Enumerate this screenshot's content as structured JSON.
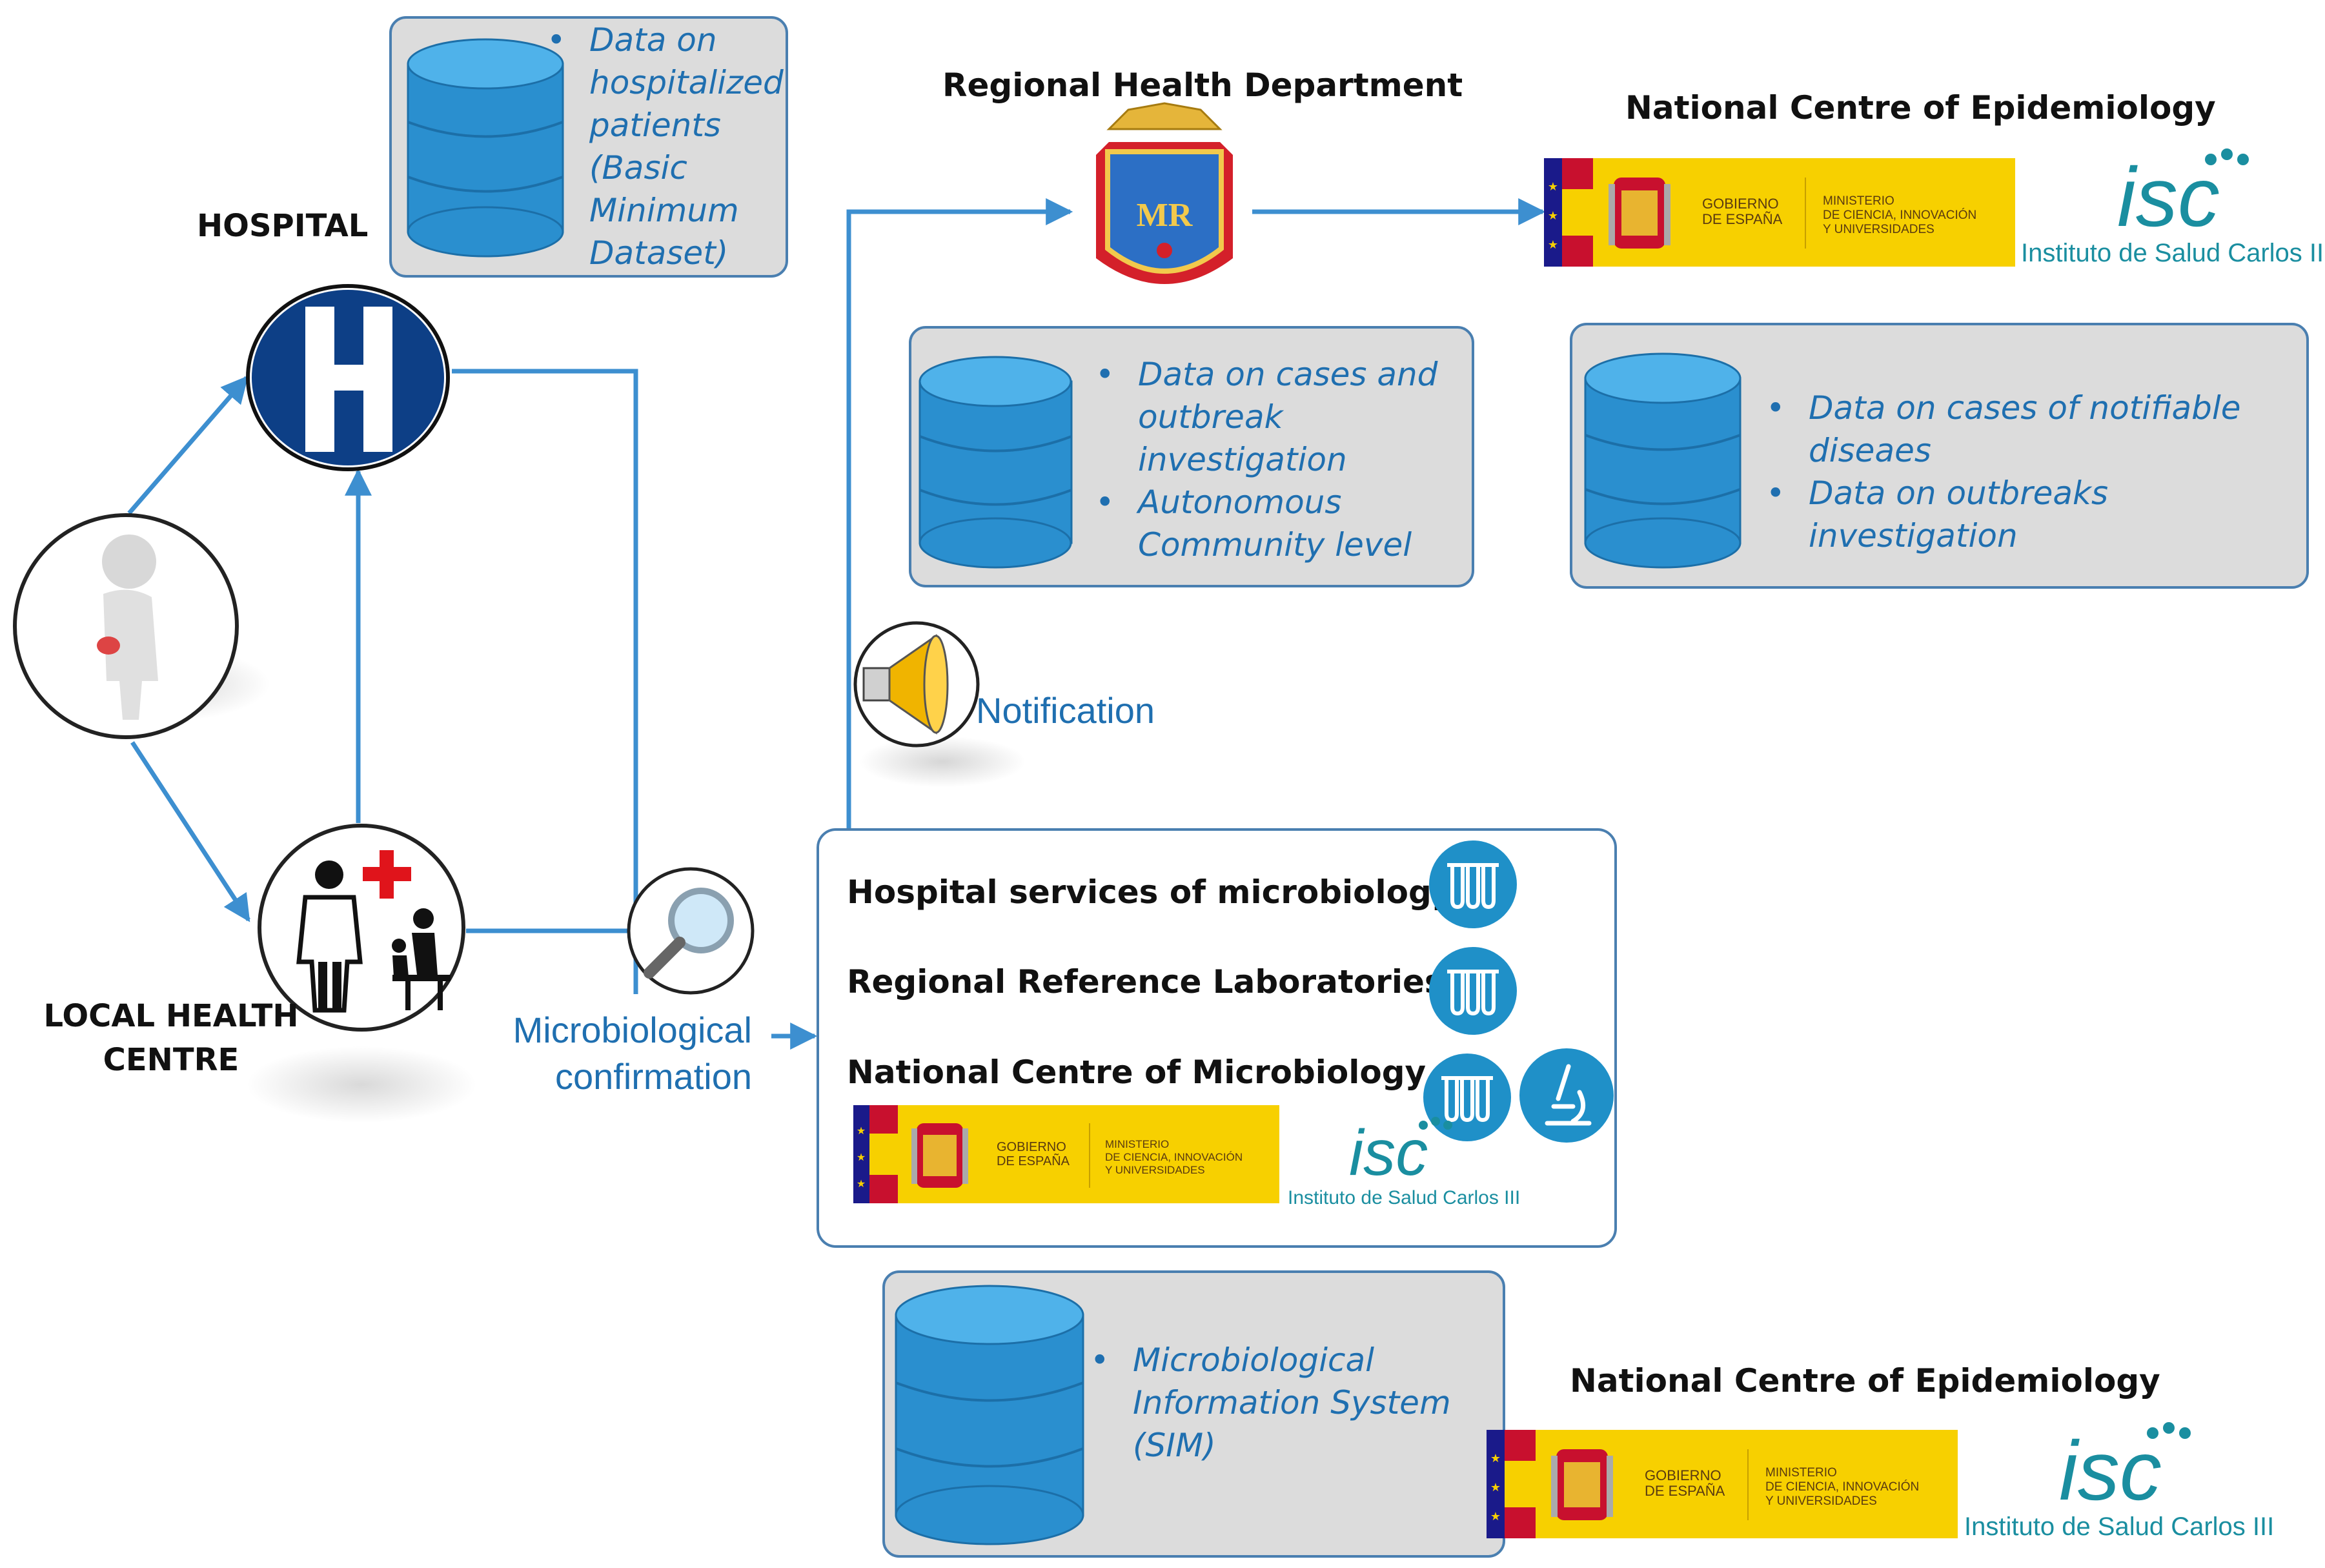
{
  "hospital": {
    "title": "HOSPITAL",
    "data_bullets": [
      "Data on hospitalized patients (Basic Minimum Dataset)"
    ]
  },
  "local_health_centre": {
    "title_line1": "LOCAL HEALTH",
    "title_line2": "CENTRE"
  },
  "regional": {
    "title": "Regional Health Department",
    "seal_text": "MR",
    "data_bullets": [
      "Data on cases and outbreak investigation",
      "Autonomous Community level"
    ]
  },
  "national_epidemiology_top": {
    "title": "National Centre of Epidemiology",
    "data_bullets": [
      "Data on cases of notifiable diseaes",
      "Data on outbreaks investigation"
    ]
  },
  "notification": {
    "label": "Notification"
  },
  "micro_confirmation": {
    "line1": "Microbiological",
    "line2": "confirmation"
  },
  "labs": {
    "rows": [
      "Hospital services of microbiology",
      "Regional Reference Laboratories",
      "National Centre of Microbiology"
    ]
  },
  "sim": {
    "data_bullets": [
      "Microbiological Information System (SIM)"
    ]
  },
  "national_epidemiology_bottom": {
    "title": "National Centre of Epidemiology"
  },
  "gov_logo": {
    "gobierno_line1": "GOBIERNO",
    "gobierno_line2": "DE ESPAÑA",
    "ministerio_line1": "MINISTERIO",
    "ministerio_line2": "DE CIENCIA, INNOVACIÓN",
    "ministerio_line3": "Y UNIVERSIDADES"
  },
  "isciii": {
    "mark": "isc",
    "name": "Instituto de Salud Carlos III"
  },
  "colors": {
    "accent_blue": "#1f6fb0",
    "connector_blue": "#3d8fd0",
    "database_blue": "#2a8fcf",
    "panel_gray": "#dcdcdc",
    "gov_yellow": "#f7d000",
    "spain_red": "#c8102e",
    "eu_blue": "#1a1a8a"
  }
}
